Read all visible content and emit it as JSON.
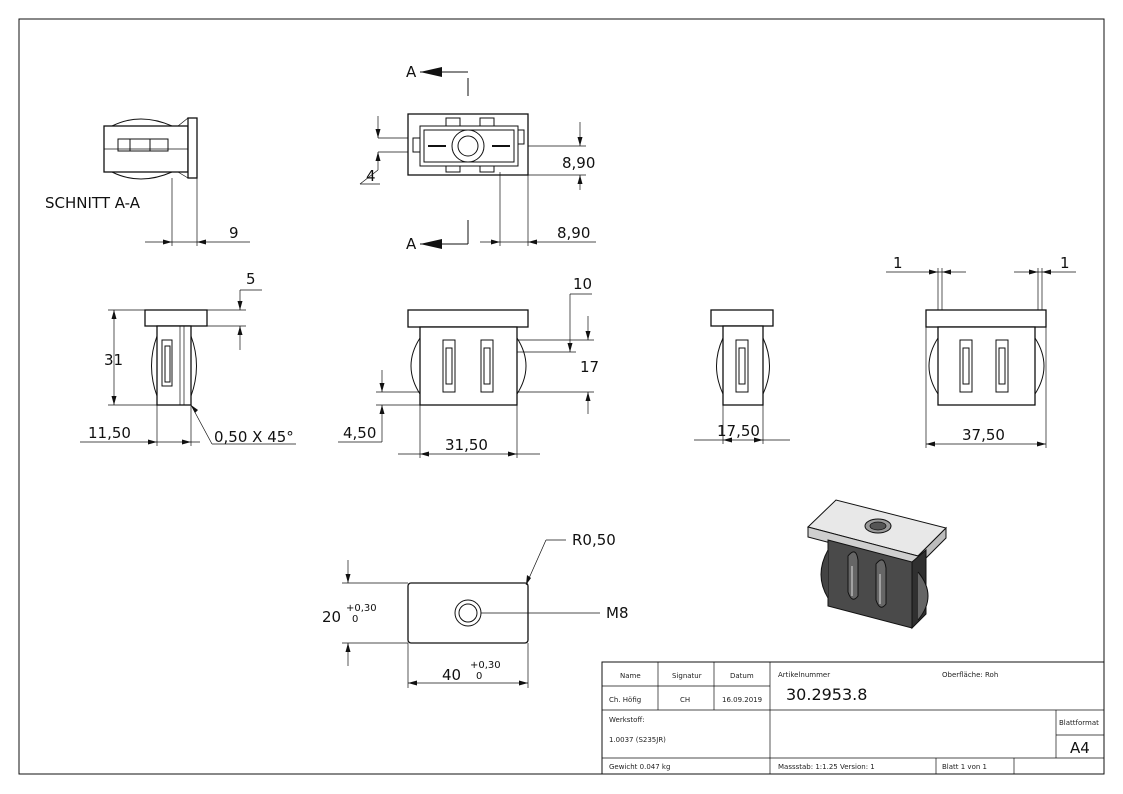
{
  "section": {
    "label": "SCHNITT A-A",
    "marker_top": "A",
    "marker_bottom": "A"
  },
  "dimensions": {
    "section_width": "9",
    "top_offset": "4",
    "top_right_1": "8,90",
    "top_right_2": "8,90",
    "flange": "5",
    "height": "31",
    "depth": "11,50",
    "chamfer": "0,50 X 45°",
    "slot_offset": "10",
    "slot_height": "17",
    "bottom_offset": "4,50",
    "width": "31,50",
    "side_width": "17,50",
    "lip_left": "1",
    "lip_right": "1",
    "overall_width": "37,50",
    "radius": "R0,50",
    "plate_height": "20",
    "plate_width": "40",
    "tolerance_upper": "+0,30",
    "tolerance_lower": "0",
    "thread": "M8"
  },
  "title_block": {
    "col_name": "Name",
    "col_signatur": "Signatur",
    "col_datum": "Datum",
    "name": "Ch. Höfig",
    "signatur": "CH",
    "datum": "16.09.2019",
    "artikel_label": "Artikelnummer",
    "artikel_number": "30.2953.8",
    "oberflaeche": "Oberfläche: Roh",
    "werkstoff_label": "Werkstoff:",
    "werkstoff": "1.0037 (S235JR)",
    "blattformat_label": "Blattformat",
    "blattformat": "A4",
    "gewicht": "Gewicht 0.047 kg",
    "massstab": "Massstab: 1:1.25   Version: 1",
    "blatt": "Blatt 1 von 1"
  }
}
